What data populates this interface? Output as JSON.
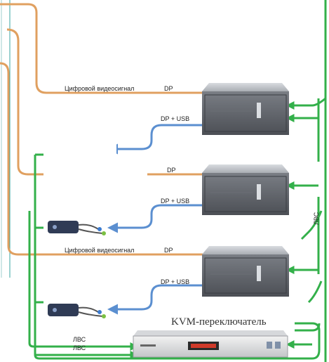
{
  "labels": {
    "digital_video_1": "Цифровой видеосигнал",
    "dp_1": "DP",
    "dp_usb_1": "DP + USB",
    "dp_2": "DP",
    "dp_usb_2": "DP + USB",
    "digital_video_3": "Цифровой видеосигнал",
    "dp_3": "DP",
    "dp_usb_3": "DP + USB",
    "lan_1": "ЛВС",
    "lan_2": "ЛВС",
    "lan_vertical": "ЛВС",
    "kvm_switch": "KVM-переключатель"
  },
  "colors": {
    "orange_cable": "#e0a060",
    "green_cable": "#33b04a",
    "blue_cable": "#5b8fd0",
    "teal_line": "#3aa6a0",
    "server_dark": "#5a5d63",
    "server_light": "#c9ccd1"
  },
  "icons": {
    "server": "rack-server-icon",
    "extender": "kvm-extender-module-icon",
    "switch": "kvm-switch-icon"
  }
}
